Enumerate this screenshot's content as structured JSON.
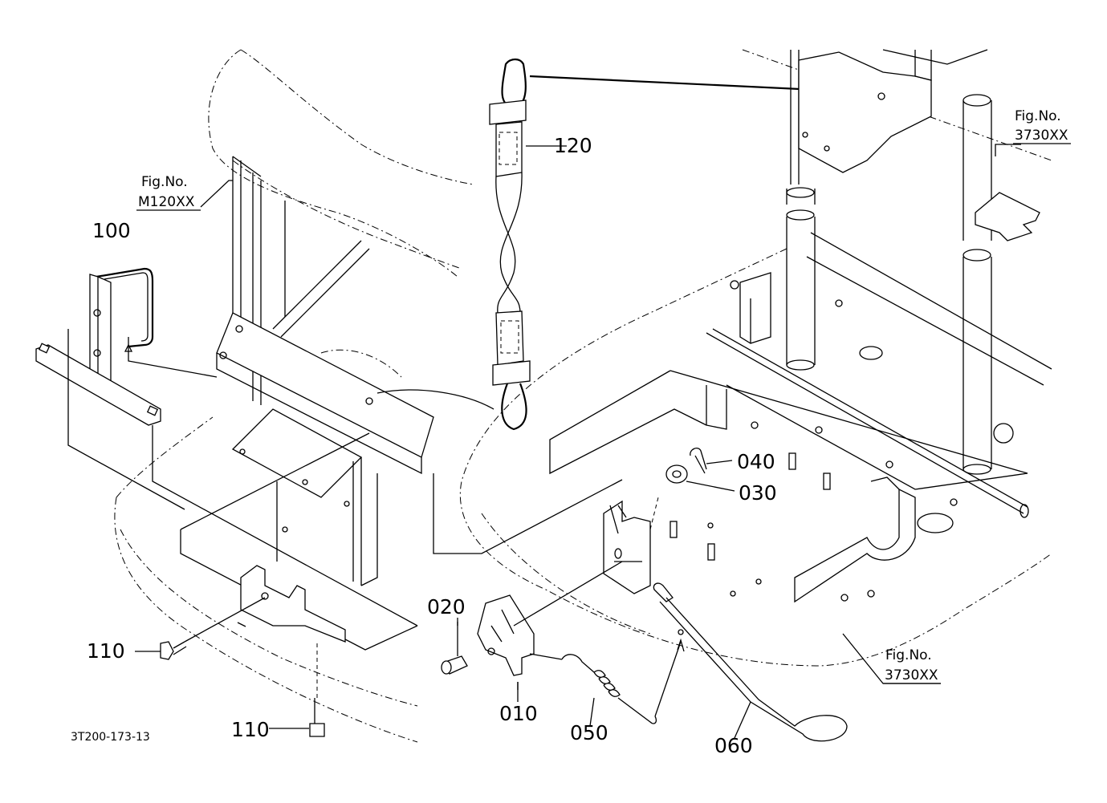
{
  "figure_refs": [
    {
      "line1": "Fig.No.",
      "line2": "M120XX"
    },
    {
      "line1": "Fig.No.",
      "line2": "3730XX"
    },
    {
      "line1": "Fig.No.",
      "line2": "3730XX"
    }
  ],
  "callouts": [
    "100",
    "110",
    "110",
    "120",
    "010",
    "020",
    "030",
    "040",
    "050",
    "060"
  ],
  "drawing_code": "3T200-173-13"
}
